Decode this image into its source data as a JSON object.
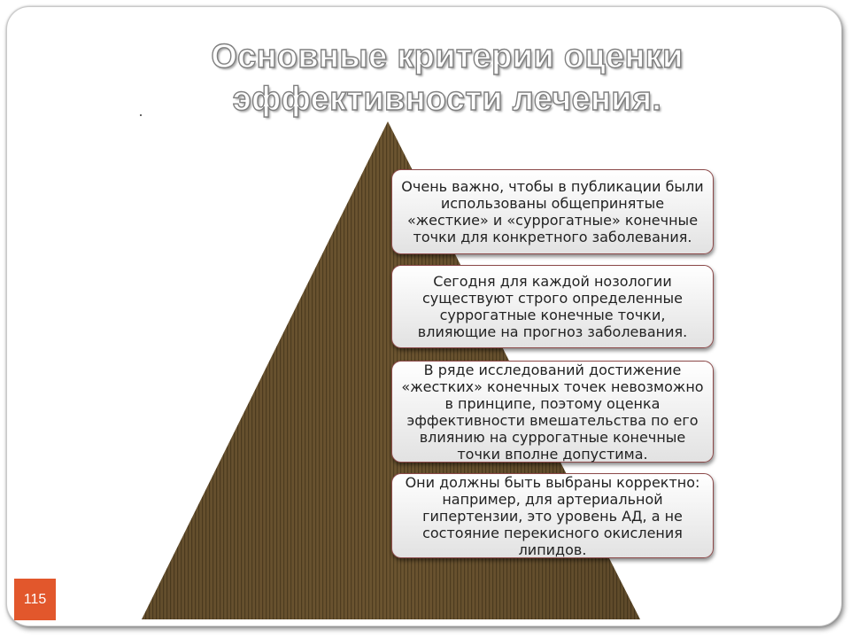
{
  "slide": {
    "title": "Основные критерии оценки эффективности лечения.",
    "page_number": "115"
  },
  "callouts": [
    {
      "text": "Очень важно, чтобы в публикации были использованы общепринятые «жесткие» и «суррогатные» конечные точки для конкретного заболевания."
    },
    {
      "text": "Сегодня для каждой нозологии существуют строго определенные суррогатные конечные точки, влияющие на прогноз заболевания."
    },
    {
      "text": "В ряде исследований достижение «жестких» конечных точек невозможно в принципе, поэтому оценка эффективности вмешательства по его влиянию на суррогатные конечные точки вполне допустима."
    },
    {
      "text": "Они должны быть выбраны корректно: например, для артериальной гипертензии, это уровень АД, а не состояние перекисного окисления липидов."
    }
  ],
  "colors": {
    "pyramid": "#6b5430",
    "page_badge": "#e2572c",
    "callout_border": "#8c4a4a"
  }
}
